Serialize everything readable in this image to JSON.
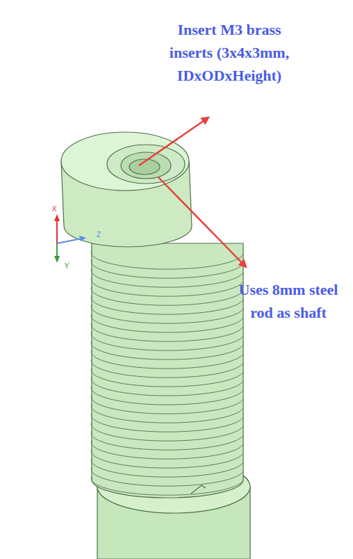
{
  "diagram": {
    "labels": [
      "Insert M3 brass inserts (3x4x3mm, IDxODxHeight)",
      "Uses 8mm steel rod as shaft",
      "X",
      "Z",
      "Y"
    ]
  }
}
